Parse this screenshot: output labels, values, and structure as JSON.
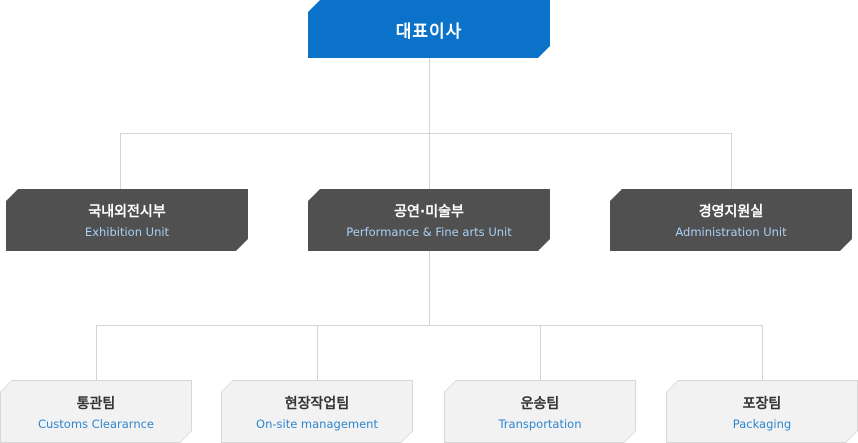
{
  "ceo": {
    "label": "대표이사"
  },
  "departments": [
    {
      "label": "국내외전시부",
      "sublabel": "Exhibition Unit"
    },
    {
      "label": "공연·미술부",
      "sublabel": "Performance & Fine arts Unit"
    },
    {
      "label": "경영지원실",
      "sublabel": "Administration Unit"
    }
  ],
  "teams": [
    {
      "label": "통관팀",
      "sublabel": "Customs Cleararnce"
    },
    {
      "label": "현장작업팀",
      "sublabel": "On-site management"
    },
    {
      "label": "운송팀",
      "sublabel": "Transportation"
    },
    {
      "label": "포장팀",
      "sublabel": "Packaging"
    }
  ],
  "colors": {
    "ceo_fill": "#0a72c8",
    "dept_fill": "#505050",
    "dept_sublabel": "#a9d0f5",
    "team_fill": "#f2f2f2",
    "team_sublabel": "#2f86cf",
    "connector": "#d4d4d4"
  }
}
